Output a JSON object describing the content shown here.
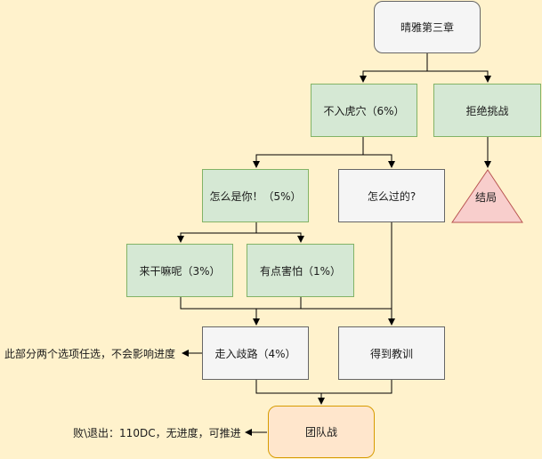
{
  "nodes": {
    "start": "晴雅第三章",
    "no_enter": "不入虎穴（6%）",
    "refuse": "拒绝挑战",
    "ending": "结局",
    "how_you": "怎么是你！（5%）",
    "how_passed": "怎么过的?",
    "come_do": "来干嘛呢（3%）",
    "bit_scared": "有点害怕（1%）",
    "wrong_path": "走入歧路（4%）",
    "lesson": "得到教训",
    "team_battle": "团队战"
  },
  "notes": {
    "optional_choice": "此部分两个选项任选，不会影响进度",
    "defeat_exit": "败\\退出：110DC，无进度，可推进"
  },
  "colors": {
    "background": "#fff2cc",
    "green_fill": "#d5e8d4",
    "green_stroke": "#82b366",
    "gray_fill": "#f5f5f5",
    "gray_stroke": "#666666",
    "red_fill": "#f8cecc",
    "red_stroke": "#b85450",
    "orange_fill": "#ffe6cc",
    "orange_stroke": "#d79b00"
  }
}
